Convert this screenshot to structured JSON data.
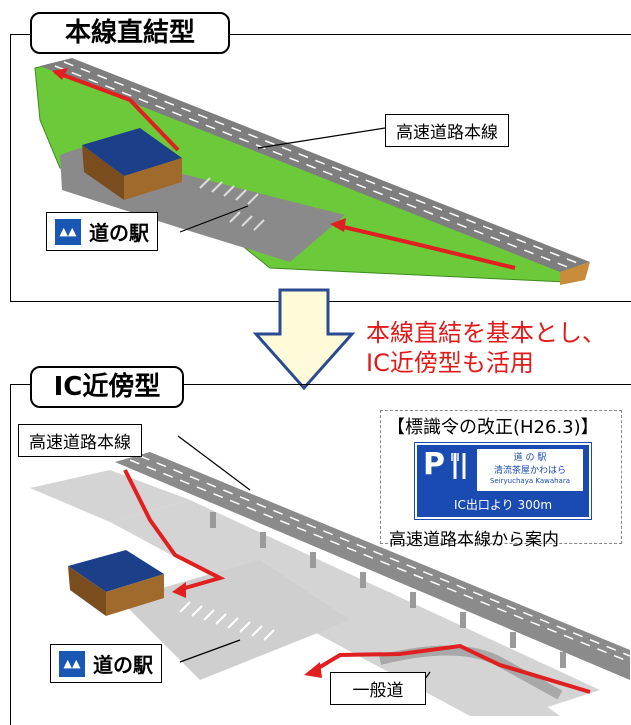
{
  "panel_top": {
    "title": "本線直結型",
    "callout_highway": "高速道路本線",
    "station_label": "道の駅",
    "station_icon": "roadside-station-icon"
  },
  "transition_note": {
    "line1": "本線直結を基本とし、",
    "line2": "IC近傍型も活用",
    "color": "#e11a1a"
  },
  "panel_bottom": {
    "title": "IC近傍型",
    "callout_highway": "高速道路本線",
    "callout_local_road": "一般道",
    "station_label": "道の駅",
    "station_icon": "roadside-station-icon"
  },
  "sign_panel": {
    "title": "【標識令の改正(H26.3)】",
    "sign_parking": "P",
    "sign_food_icon": "knife-fork-icon",
    "sign_header": "道 の 駅",
    "sign_name_jp": "清流茶屋かわはら",
    "sign_name_en": "Seiryuchaya Kawahara",
    "sign_distance": "IC出口より 300m",
    "caption": "高速道路本線から案内",
    "sign_color": "#1a4bb3"
  }
}
